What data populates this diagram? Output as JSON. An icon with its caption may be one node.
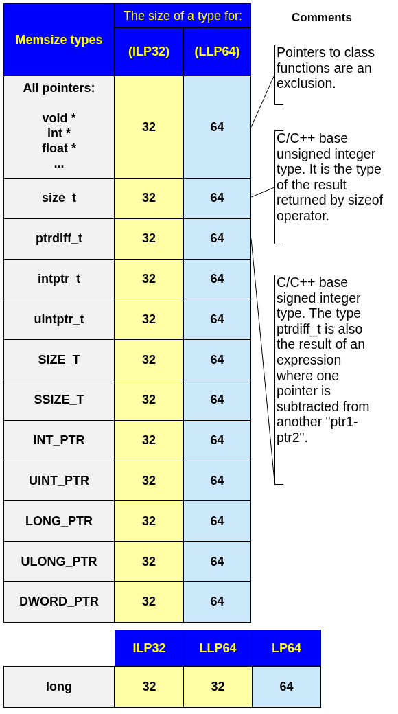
{
  "diagram": {
    "nodes": [
      {
        "text": [
          "Pointers to class functions are an exclusion."
        ]
      },
      {
        "text": [
          "C/C++ base unsigned integer type. It is the type of the result returned by sizeof operator."
        ]
      },
      {
        "text": [
          "C/C++ base signed integer type. The type ptrdiff_t is also the result of an expression where one pointer is subtracted from another \"ptr1-ptr2\"."
        ]
      },
      {
        "text": [
          "64"
        ]
      },
      {
        "text": [
          "64"
        ]
      },
      {
        "text": [
          "64"
        ]
      }
    ],
    "edges": [
      {
        "from": 0,
        "to": 3,
        "arrow": "none"
      },
      {
        "from": 1,
        "to": 4,
        "arrow": "none"
      },
      {
        "from": 2,
        "to": 5,
        "arrow": "none"
      }
    ],
    "labels": [
      "The size of a type for:",
      "Comments",
      "Memsize types",
      "(ILP32)",
      "(LLP64)",
      "All pointers:",
      "void *",
      "int *",
      "float *",
      "...",
      "32",
      "size_t",
      "32",
      "ptrdiff_t",
      "32",
      "intptr_t",
      "32",
      "64",
      "uintptr_t",
      "32",
      "64",
      "SIZE_T",
      "32",
      "64",
      "SSIZE_T",
      "32",
      "64",
      "INT_PTR",
      "32",
      "64",
      "UINT_PTR",
      "32",
      "64",
      "LONG_PTR",
      "32",
      "64",
      "ULONG_PTR",
      "32",
      "64",
      "DWORD_PTR",
      "32",
      "64",
      "ILP32",
      "LLP64",
      "LP64",
      "long",
      "32",
      "32",
      "64"
    ]
  }
}
